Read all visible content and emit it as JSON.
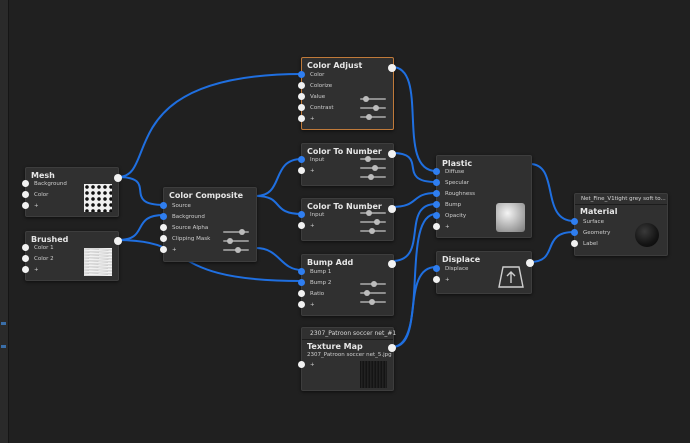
{
  "nodes": {
    "mesh": {
      "title": "Mesh",
      "ports": [
        "Background",
        "Color",
        "+"
      ]
    },
    "brushed": {
      "title": "Brushed",
      "ports": [
        "Color 1",
        "Color 2",
        "+"
      ]
    },
    "color_composite": {
      "title": "Color Composite",
      "ports": [
        "Source",
        "Background",
        "Source Alpha",
        "Clipping Mask",
        "+"
      ]
    },
    "color_adjust": {
      "title": "Color Adjust",
      "ports": [
        "Color",
        "Colorize",
        "Value",
        "Contrast",
        "+"
      ]
    },
    "color_to_number_1": {
      "title": "Color To Number",
      "ports": [
        "Input",
        "+"
      ]
    },
    "color_to_number_2": {
      "title": "Color To Number",
      "ports": [
        "Input",
        "+"
      ]
    },
    "bump_add": {
      "title": "Bump Add",
      "ports": [
        "Bump 1",
        "Bump 2",
        "Ratio",
        "+"
      ]
    },
    "texture_map": {
      "subtitle": "2307_Patroon soccer net_#1",
      "title": "Texture Map",
      "file": "2307_Patroon soccer net_5.jpg",
      "ports": [
        "+"
      ]
    },
    "plastic": {
      "title": "Plastic",
      "ports": [
        "Diffuse",
        "Specular",
        "Roughness",
        "Bump",
        "Opacity",
        "+"
      ]
    },
    "displace": {
      "title": "Displace",
      "ports": [
        "Displace",
        "+"
      ]
    },
    "material": {
      "subtitle": "Net_Fine_V1tight grey soft to...",
      "title": "Material",
      "ports": [
        "Surface",
        "Geometry",
        "Label"
      ]
    }
  },
  "colors": {
    "wire": "#1f6fe0",
    "port_connected": "#2f7ef0",
    "port_free": "#f2f2f2",
    "node_bg": "#303030",
    "selected_border": "#c07a3a",
    "canvas": "#202020"
  }
}
